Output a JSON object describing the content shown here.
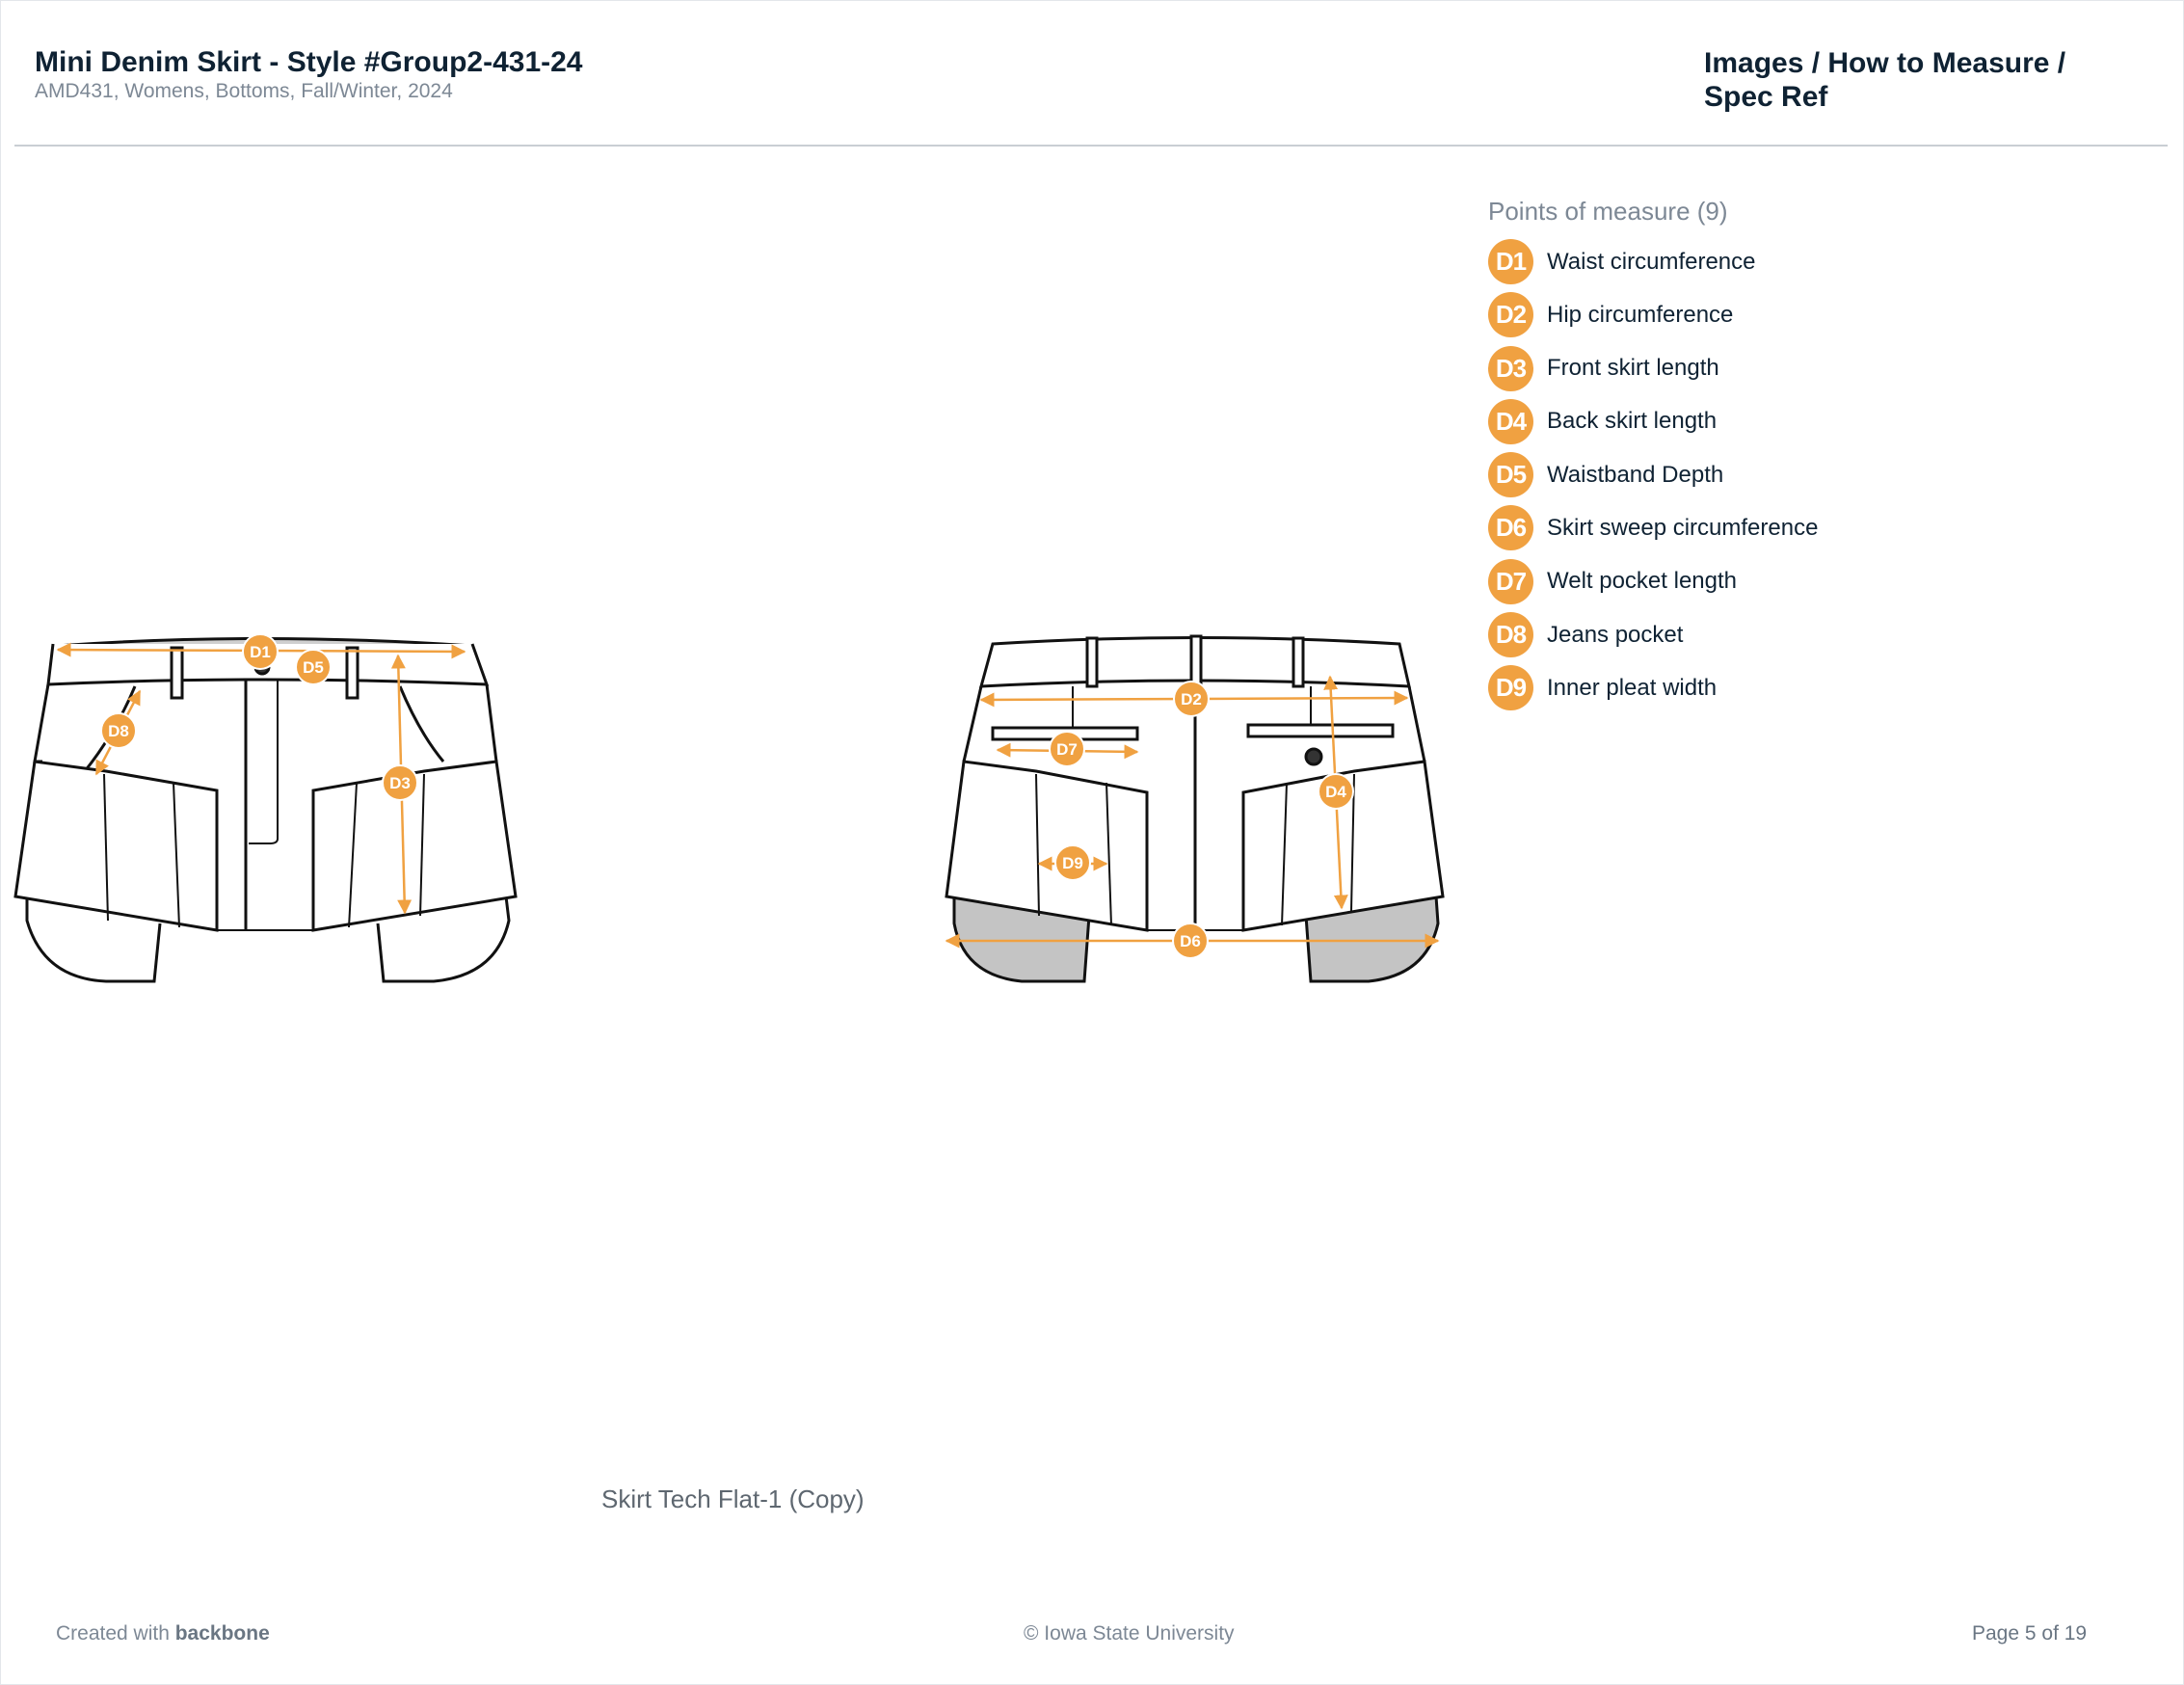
{
  "header": {
    "title": "Mini Denim Skirt - Style #Group2-431-24",
    "subtitle": "AMD431, Womens, Bottoms, Fall/Winter, 2024",
    "section": "Images / How to Measure / Spec Ref"
  },
  "points_of_measure": {
    "title": "Points of measure (9)",
    "items": [
      {
        "code": "D1",
        "label": "Waist circumference"
      },
      {
        "code": "D2",
        "label": "Hip circumference"
      },
      {
        "code": "D3",
        "label": "Front skirt length"
      },
      {
        "code": "D4",
        "label": "Back skirt length"
      },
      {
        "code": "D5",
        "label": "Waistband Depth"
      },
      {
        "code": "D6",
        "label": "Skirt sweep circumference"
      },
      {
        "code": "D7",
        "label": "Welt pocket length"
      },
      {
        "code": "D8",
        "label": "Jeans pocket"
      },
      {
        "code": "D9",
        "label": "Inner pleat width"
      }
    ]
  },
  "image_caption": "Skirt Tech Flat-1 (Copy)",
  "footer": {
    "created_with_prefix": "Created with ",
    "created_with_brand": "backbone",
    "copyright": "© Iowa State University",
    "page": "Page 5 of 19"
  },
  "colors": {
    "accent": "#f0a141",
    "title": "#0f2233",
    "muted": "#7d8895"
  }
}
